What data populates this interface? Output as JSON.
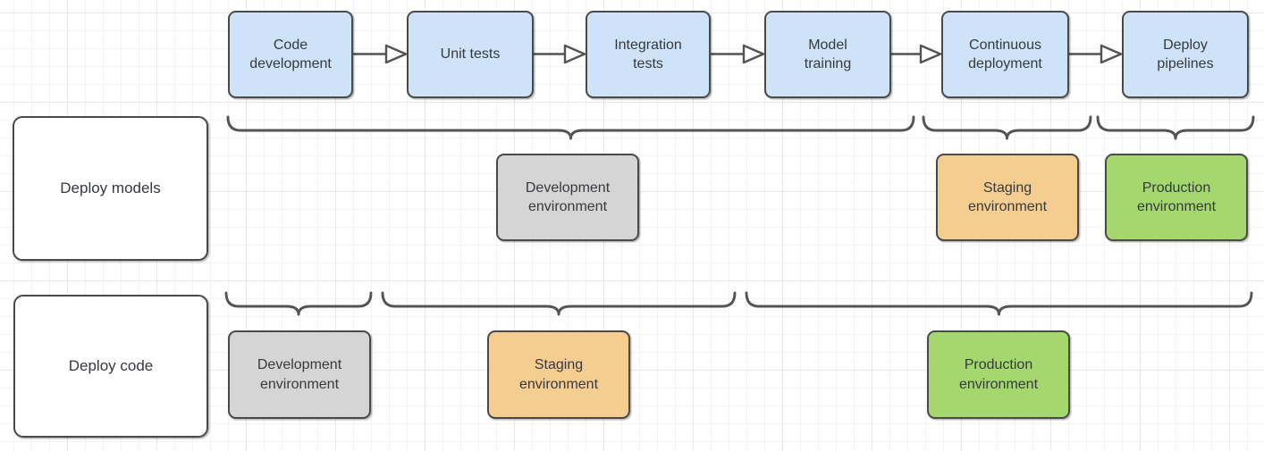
{
  "pipeline": {
    "steps": [
      {
        "id": "code-development",
        "label": "Code\ndevelopment"
      },
      {
        "id": "unit-tests",
        "label": "Unit tests"
      },
      {
        "id": "integration-tests",
        "label": "Integration\ntests"
      },
      {
        "id": "model-training",
        "label": "Model\ntraining"
      },
      {
        "id": "continuous-deployment",
        "label": "Continuous\ndeployment"
      },
      {
        "id": "deploy-pipelines",
        "label": "Deploy\npipelines"
      }
    ]
  },
  "lanes": {
    "deploy_models": {
      "label": "Deploy models",
      "environments": [
        {
          "id": "development",
          "label": "Development\nenvironment"
        },
        {
          "id": "staging",
          "label": "Staging\nenvironment"
        },
        {
          "id": "production",
          "label": "Production\nenvironment"
        }
      ]
    },
    "deploy_code": {
      "label": "Deploy code",
      "environments": [
        {
          "id": "development",
          "label": "Development\nenvironment"
        },
        {
          "id": "staging",
          "label": "Staging\nenvironment"
        },
        {
          "id": "production",
          "label": "Production\nenvironment"
        }
      ]
    }
  },
  "colors": {
    "step_fill": "#cfe3f8",
    "development_fill": "#d5d5d5",
    "staging_fill": "#f6cd90",
    "production_fill": "#a4d86e",
    "shape_border": "#4a4a4a",
    "connector": "#545454",
    "text": "#36393d"
  }
}
